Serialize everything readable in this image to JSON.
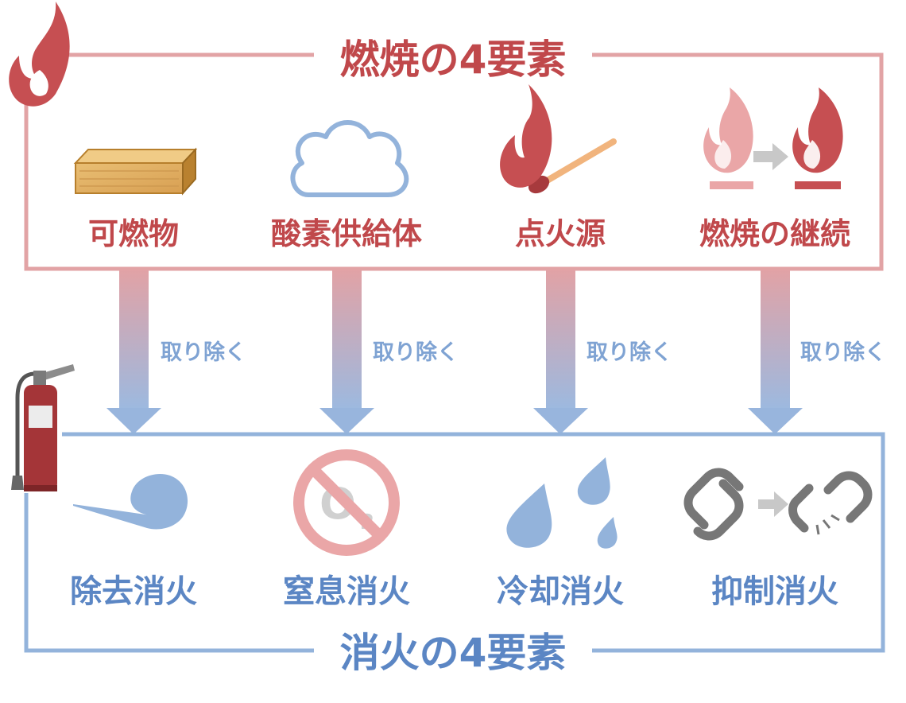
{
  "combustion": {
    "title": "燃焼の4要素",
    "elements": [
      {
        "label": "可燃物",
        "icon": "wood-block-icon"
      },
      {
        "label": "酸素供給体",
        "icon": "cloud-icon"
      },
      {
        "label": "点火源",
        "icon": "match-flame-icon"
      },
      {
        "label": "燃焼の継続",
        "icon": "flame-continuation-icon"
      }
    ]
  },
  "arrows": [
    {
      "label": "取り除く"
    },
    {
      "label": "取り除く"
    },
    {
      "label": "取り除く"
    },
    {
      "label": "取り除く"
    }
  ],
  "extinguishing": {
    "title": "消火の4要素",
    "methods": [
      {
        "label": "除去消火",
        "icon": "wind-gust-icon"
      },
      {
        "label": "窒息消火",
        "icon": "no-oxygen-icon",
        "icon_text": "O",
        "icon_subscript": "2"
      },
      {
        "label": "冷却消火",
        "icon": "water-drops-icon"
      },
      {
        "label": "抑制消火",
        "icon": "broken-chain-icon"
      }
    ]
  },
  "colors": {
    "fire_red": "#c0484b",
    "fire_border": "#e0a0a2",
    "water_blue": "#5b86c4",
    "water_border": "#93b3db",
    "arrow_top": "#e6a3a5",
    "arrow_bottom": "#93b3dd",
    "gray": "#777777"
  }
}
